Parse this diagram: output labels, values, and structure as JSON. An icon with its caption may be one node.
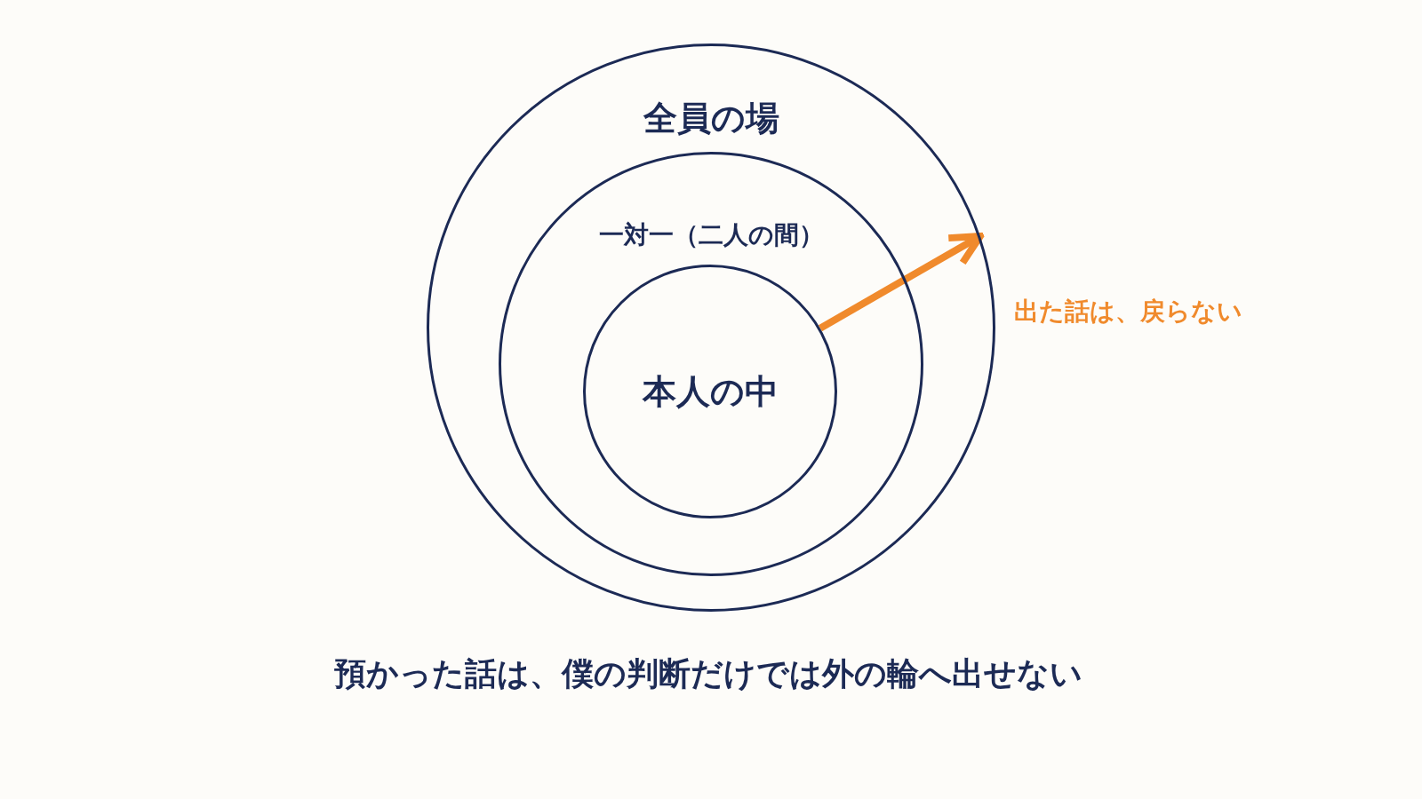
{
  "diagram": {
    "caption": "預かった話は、僕の判断だけでは外の輪へ出せない",
    "nodes": [
      {
        "text": [
          "全員の場"
        ]
      },
      {
        "text": [
          "一対一（二人の間）"
        ],
        "in": 0
      },
      {
        "text": [
          "本人の中"
        ],
        "in": 1
      }
    ],
    "edges": [
      {
        "from": 2,
        "to": 0,
        "arrow": "to",
        "color": "#f08a2c"
      }
    ],
    "labels": [
      "出た話は、戻らない"
    ]
  }
}
